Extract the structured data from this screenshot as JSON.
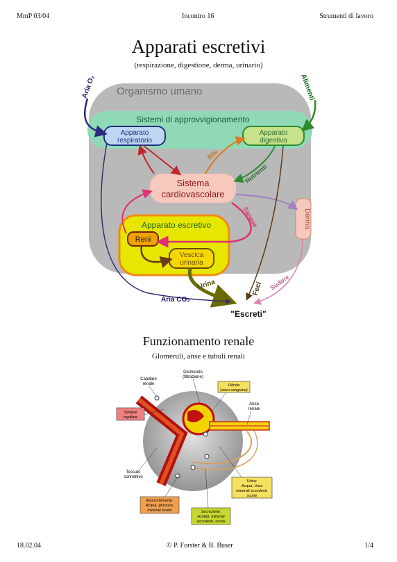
{
  "header": {
    "left": "MmP 03/04",
    "center": "Incontro 16",
    "right": "Strumenti di lavoro"
  },
  "section1": {
    "title": "Apparati escretivi",
    "subtitle": "(respirazione, digestione, derma, urinario)",
    "diagram": {
      "organism": "Organismo umano",
      "supply_systems": "Sistemi di approvvigionamento",
      "resp_line1": "Apparato",
      "resp_line2": "respiratorio",
      "dig_line1": "Apparato",
      "dig_line2": "digestivo",
      "cardio_line1": "Sistema",
      "cardio_line2": "cardiovascolare",
      "excretory": "Apparato escretivo",
      "kidneys": "Reni",
      "bladder_line1": "Vescica",
      "bladder_line2": "urinaria",
      "derma": "Derma",
      "air_o2": "Aria O₂",
      "food": "Alimenti",
      "bile": "Bile",
      "nutrients": "Nutrienti",
      "blood": "Sangue",
      "urine": "Urina",
      "feces": "Feci",
      "sweat": "Sudore",
      "air_co2": "Aria CO₂",
      "excreta": "\"Escreti\""
    }
  },
  "section2": {
    "title": "Funzionamento renale",
    "subtitle": "Glomeruli, anse e tubuli renali",
    "diagram": {
      "capillary_l1": "Capillare",
      "capillary_l2": "renale",
      "glomerulus_l1": "Glomerulo",
      "glomerulus_l2": "(filtrazione)",
      "filtrate_l1": "Filtrato",
      "filtrate_l2": "(siero sanguino)",
      "loop_l1": "Ansa",
      "loop_l2": "renale",
      "blood_l1": "Sangue",
      "blood_l2": "capillare",
      "tissue_l1": "Tessuto",
      "tissue_l2": "connettivo",
      "urine_l1": "Urina:",
      "urine_l2": "Acqua, Urea",
      "urine_l3": "minerali eccedenti,",
      "urine_l4": "scorie",
      "reabs_l1": "Riassorbimento:",
      "reabs_l2": "Acqua, glucosio,",
      "reabs_l3": "minerali scarsi",
      "secr_l1": "Secrezione:",
      "secr_l2": "Azotati, minerali",
      "secr_l3": "eccedenti, scorie"
    }
  },
  "footer": {
    "left": "18.02.04",
    "center": "© P. Forster & B. Buser",
    "right": "1/4"
  },
  "colors": {
    "organism_bg": "#b9b9b9",
    "supply_band": "#8fd9b6",
    "excretory_box": "#e6e600",
    "cardio_box": "#f7c8bc",
    "resp_box": "#bfd6f2",
    "dig_box": "#c6e28a"
  }
}
